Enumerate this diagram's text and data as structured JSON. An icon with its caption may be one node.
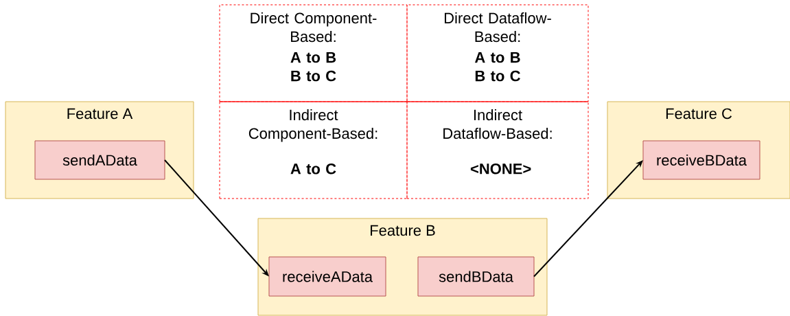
{
  "diagram": {
    "nodes": [
      {
        "text": [
          "Feature A"
        ]
      },
      {
        "text": [
          "sendAData"
        ],
        "in": 0
      },
      {
        "text": [
          "Direct Component-Based:",
          "A to B B to C"
        ]
      },
      {
        "text": [
          "Direct Dataflow-Based:",
          "A to B B to C"
        ]
      },
      {
        "text": [
          "Indirect Component-Based:",
          "A to C"
        ]
      },
      {
        "text": [
          "Indirect Dataflow-Based:",
          "<NONE>"
        ]
      },
      {
        "text": [
          "Feature C"
        ]
      },
      {
        "text": [
          "receiveBData"
        ],
        "in": 6
      },
      {
        "text": [
          "Feature B"
        ]
      },
      {
        "text": [
          "receiveAData"
        ],
        "in": 8
      },
      {
        "text": [
          "sendBData"
        ],
        "in": 8
      }
    ],
    "edges": [
      {
        "from": 1,
        "to": 9,
        "arrow": "to"
      },
      {
        "from": 10,
        "to": 7,
        "arrow": "to"
      }
    ]
  }
}
